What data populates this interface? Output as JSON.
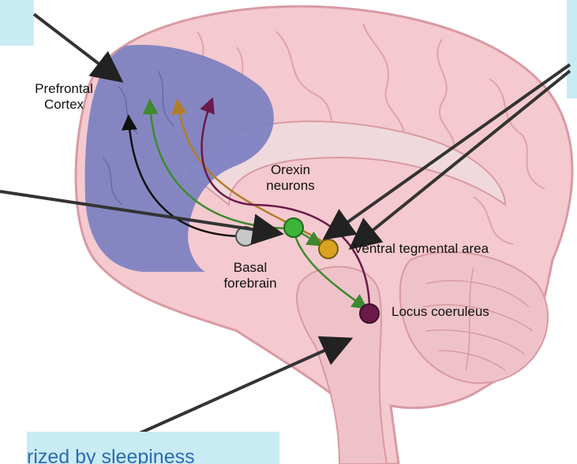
{
  "labels": {
    "prefrontal": [
      "Prefrontal",
      "Cortex"
    ],
    "orexin": [
      "Orexin",
      "neurons"
    ],
    "basal": [
      "Basal",
      "forebrain"
    ],
    "vta": "Ventral tegmental area",
    "lc": "Locus coeruleus"
  },
  "caption": "rized by sleepiness",
  "colors": {
    "background_box": "#c9ebf4",
    "brain_pink": "#f4c9cf",
    "prefrontal_overlay": "#7b80c0",
    "orexin_node": "#3db33a",
    "basal_node": "#c8c8c8",
    "vta_node": "#d9a21f",
    "lc_node": "#6b1a4a",
    "caption_text": "#2a6bb3"
  }
}
